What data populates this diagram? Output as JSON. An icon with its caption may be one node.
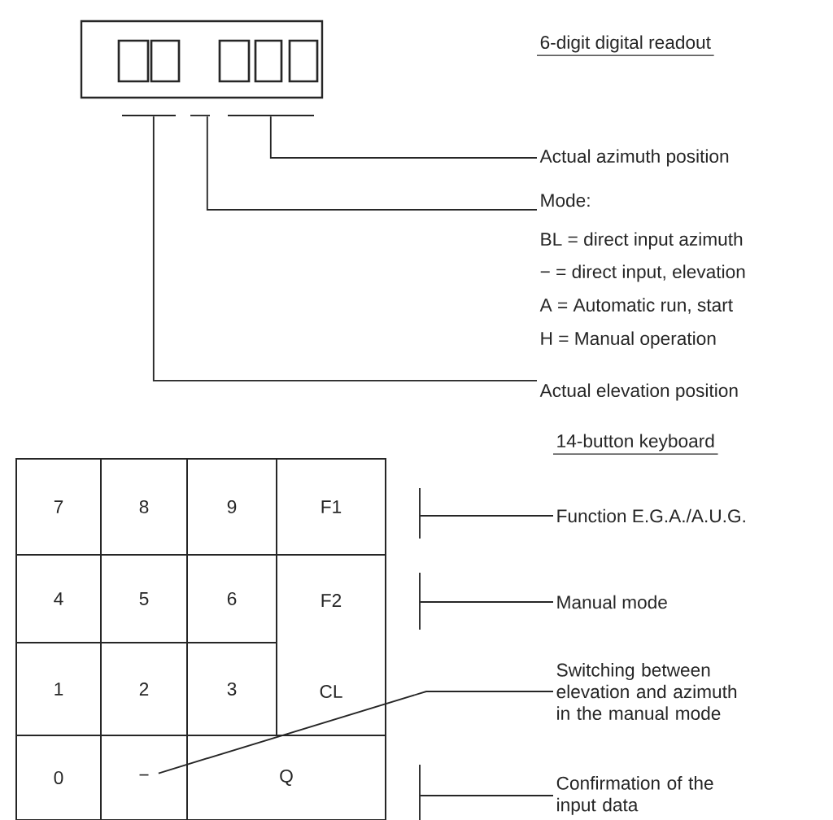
{
  "diagram": {
    "nodes": [
      {
        "text": [],
        "shape": "box"
      },
      {
        "text": [
          "Actual azimuth position"
        ]
      },
      {
        "text": [
          "Mode:"
        ]
      },
      {
        "text": [
          "Actual elevation position"
        ]
      },
      {
        "text": [
          "14-button keyboard"
        ]
      },
      {
        "text": [
          "7"
        ],
        "in": 4
      },
      {
        "text": [
          "8"
        ],
        "in": 4
      },
      {
        "text": [
          "9"
        ],
        "in": 4
      },
      {
        "text": [
          "F1"
        ],
        "in": 4
      },
      {
        "text": [
          "4"
        ],
        "in": 4
      },
      {
        "text": [
          "5"
        ],
        "in": 4
      },
      {
        "text": [
          "6"
        ],
        "in": 4
      },
      {
        "text": [
          "F2",
          "CL"
        ],
        "in": 4
      },
      {
        "text": [
          "1"
        ],
        "in": 4
      },
      {
        "text": [
          "2"
        ],
        "in": 4
      },
      {
        "text": [
          "3"
        ],
        "in": 4
      },
      {
        "text": [
          "0"
        ],
        "in": 4
      },
      {
        "text": [
          "−"
        ],
        "in": 4
      },
      {
        "text": [
          "Q"
        ],
        "in": 4
      },
      {
        "text": [
          "Function E.G.A./A.U.G."
        ]
      },
      {
        "text": [
          "Manual mode"
        ]
      },
      {
        "text": [
          "Switching between elevation and azimuth in the manual mode"
        ]
      },
      {
        "text": [
          "Confirmation of the input data"
        ]
      }
    ],
    "edges": [
      {
        "from": 1,
        "to": 0,
        "arrow": "none"
      },
      {
        "from": 2,
        "to": 0,
        "arrow": "none"
      },
      {
        "from": 3,
        "to": 0,
        "arrow": "none"
      },
      {
        "from": 19,
        "to": 8,
        "arrow": "none"
      },
      {
        "from": 20,
        "to": 12,
        "arrow": "none"
      },
      {
        "from": 21,
        "to": 17,
        "arrow": "none"
      },
      {
        "from": 22,
        "to": 18,
        "arrow": "none"
      }
    ],
    "labels": [
      "6-digit digital readout",
      "BL = direct input azimuth",
      "− = direct input, elevation",
      "A = Automatic run, start",
      "H = Manual operation"
    ]
  }
}
